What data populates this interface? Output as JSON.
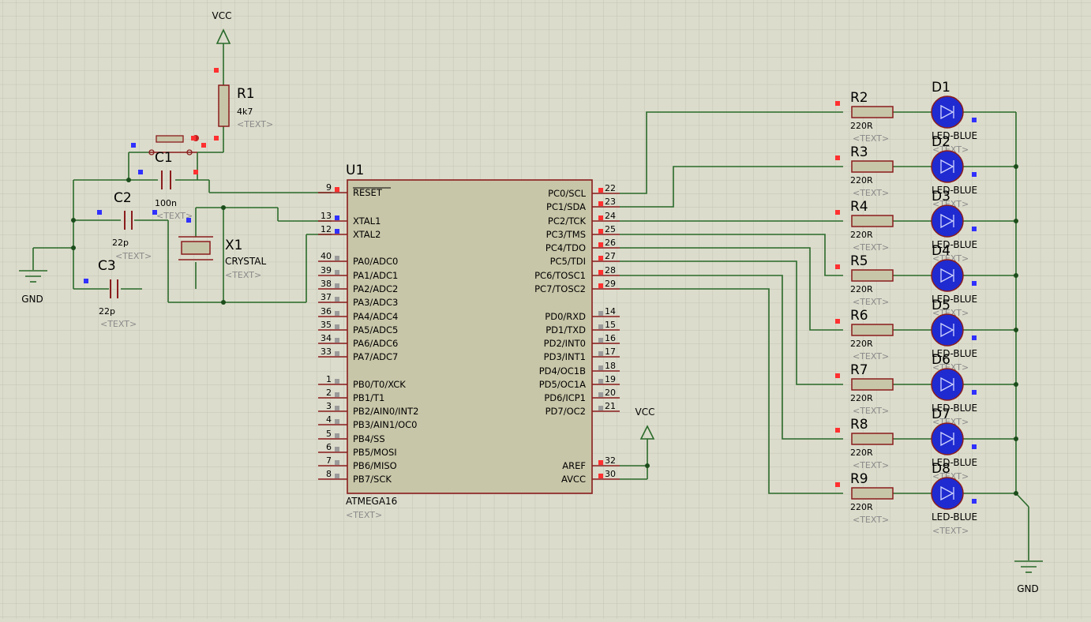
{
  "colors": {
    "background": "#dcdccc",
    "grid": "#c4c4b4",
    "wire": "#2a6a2a",
    "component": "#8a1c1c",
    "chip_fill": "#c8c6a8",
    "led_fill": "#1f2bd0",
    "pin_red": "#ff3030",
    "pin_blue": "#3030ff",
    "pin_gray": "#9a9a9a",
    "placeholder_text": "#8a8a8a"
  },
  "power": {
    "vcc_top": "VCC",
    "vcc_mid": "VCC",
    "gnd_left": "GND",
    "gnd_right": "GND"
  },
  "components": {
    "r1": {
      "ref": "R1",
      "value": "4k7",
      "text": "<TEXT>"
    },
    "c1": {
      "ref": "C1",
      "value": "100n",
      "text": "<TEXT>"
    },
    "c2": {
      "ref": "C2",
      "value": "22p",
      "text": "<TEXT>"
    },
    "c3": {
      "ref": "C3",
      "value": "22p",
      "text": "<TEXT>"
    },
    "x1": {
      "ref": "X1",
      "value": "CRYSTAL",
      "text": "<TEXT>"
    }
  },
  "mcu": {
    "ref": "U1",
    "part": "ATMEGA16",
    "text": "<TEXT>",
    "left_pins": [
      {
        "num": "9",
        "label": "RESET",
        "pin_color": "red"
      },
      {
        "num": "13",
        "label": "XTAL1",
        "pin_color": "blue"
      },
      {
        "num": "12",
        "label": "XTAL2",
        "pin_color": "blue"
      },
      {
        "num": "40",
        "label": "PA0/ADC0",
        "pin_color": "gray"
      },
      {
        "num": "39",
        "label": "PA1/ADC1",
        "pin_color": "gray"
      },
      {
        "num": "38",
        "label": "PA2/ADC2",
        "pin_color": "gray"
      },
      {
        "num": "37",
        "label": "PA3/ADC3",
        "pin_color": "gray"
      },
      {
        "num": "36",
        "label": "PA4/ADC4",
        "pin_color": "gray"
      },
      {
        "num": "35",
        "label": "PA5/ADC5",
        "pin_color": "gray"
      },
      {
        "num": "34",
        "label": "PA6/ADC6",
        "pin_color": "gray"
      },
      {
        "num": "33",
        "label": "PA7/ADC7",
        "pin_color": "gray"
      },
      {
        "num": "1",
        "label": "PB0/T0/XCK",
        "pin_color": "gray"
      },
      {
        "num": "2",
        "label": "PB1/T1",
        "pin_color": "gray"
      },
      {
        "num": "3",
        "label": "PB2/AIN0/INT2",
        "pin_color": "gray"
      },
      {
        "num": "4",
        "label": "PB3/AIN1/OC0",
        "pin_color": "gray"
      },
      {
        "num": "5",
        "label": "PB4/SS",
        "pin_color": "gray"
      },
      {
        "num": "6",
        "label": "PB5/MOSI",
        "pin_color": "gray"
      },
      {
        "num": "7",
        "label": "PB6/MISO",
        "pin_color": "gray"
      },
      {
        "num": "8",
        "label": "PB7/SCK",
        "pin_color": "gray"
      }
    ],
    "right_pins": [
      {
        "num": "22",
        "label": "PC0/SCL",
        "pin_color": "red"
      },
      {
        "num": "23",
        "label": "PC1/SDA",
        "pin_color": "red"
      },
      {
        "num": "24",
        "label": "PC2/TCK",
        "pin_color": "red"
      },
      {
        "num": "25",
        "label": "PC3/TMS",
        "pin_color": "red"
      },
      {
        "num": "26",
        "label": "PC4/TDO",
        "pin_color": "red"
      },
      {
        "num": "27",
        "label": "PC5/TDI",
        "pin_color": "red"
      },
      {
        "num": "28",
        "label": "PC6/TOSC1",
        "pin_color": "red"
      },
      {
        "num": "29",
        "label": "PC7/TOSC2",
        "pin_color": "red"
      },
      {
        "num": "14",
        "label": "PD0/RXD",
        "pin_color": "gray"
      },
      {
        "num": "15",
        "label": "PD1/TXD",
        "pin_color": "gray"
      },
      {
        "num": "16",
        "label": "PD2/INT0",
        "pin_color": "gray"
      },
      {
        "num": "17",
        "label": "PD3/INT1",
        "pin_color": "gray"
      },
      {
        "num": "18",
        "label": "PD4/OC1B",
        "pin_color": "gray"
      },
      {
        "num": "19",
        "label": "PD5/OC1A",
        "pin_color": "gray"
      },
      {
        "num": "20",
        "label": "PD6/ICP1",
        "pin_color": "gray"
      },
      {
        "num": "21",
        "label": "PD7/OC2",
        "pin_color": "gray"
      },
      {
        "num": "32",
        "label": "AREF",
        "pin_color": "red"
      },
      {
        "num": "30",
        "label": "AVCC",
        "pin_color": "red"
      }
    ]
  },
  "led_rows": [
    {
      "resistor": "R2",
      "r_value": "220R",
      "r_text": "<TEXT>",
      "led": "D1",
      "led_value": "LED-BLUE",
      "led_text": "<TEXT>"
    },
    {
      "resistor": "R3",
      "r_value": "220R",
      "r_text": "<TEXT>",
      "led": "D2",
      "led_value": "LED-BLUE",
      "led_text": "<TEXT>"
    },
    {
      "resistor": "R4",
      "r_value": "220R",
      "r_text": "<TEXT>",
      "led": "D3",
      "led_value": "LED-BLUE",
      "led_text": "<TEXT>"
    },
    {
      "resistor": "R5",
      "r_value": "220R",
      "r_text": "<TEXT>",
      "led": "D4",
      "led_value": "LED-BLUE",
      "led_text": "<TEXT>"
    },
    {
      "resistor": "R6",
      "r_value": "220R",
      "r_text": "<TEXT>",
      "led": "D5",
      "led_value": "LED-BLUE",
      "led_text": "<TEXT>"
    },
    {
      "resistor": "R7",
      "r_value": "220R",
      "r_text": "<TEXT>",
      "led": "D6",
      "led_value": "LED-BLUE",
      "led_text": "<TEXT>"
    },
    {
      "resistor": "R8",
      "r_value": "220R",
      "r_text": "<TEXT>",
      "led": "D7",
      "led_value": "LED-BLUE",
      "led_text": "<TEXT>"
    },
    {
      "resistor": "R9",
      "r_value": "220R",
      "r_text": "<TEXT>",
      "led": "D8",
      "led_value": "LED-BLUE",
      "led_text": "<TEXT>"
    }
  ]
}
